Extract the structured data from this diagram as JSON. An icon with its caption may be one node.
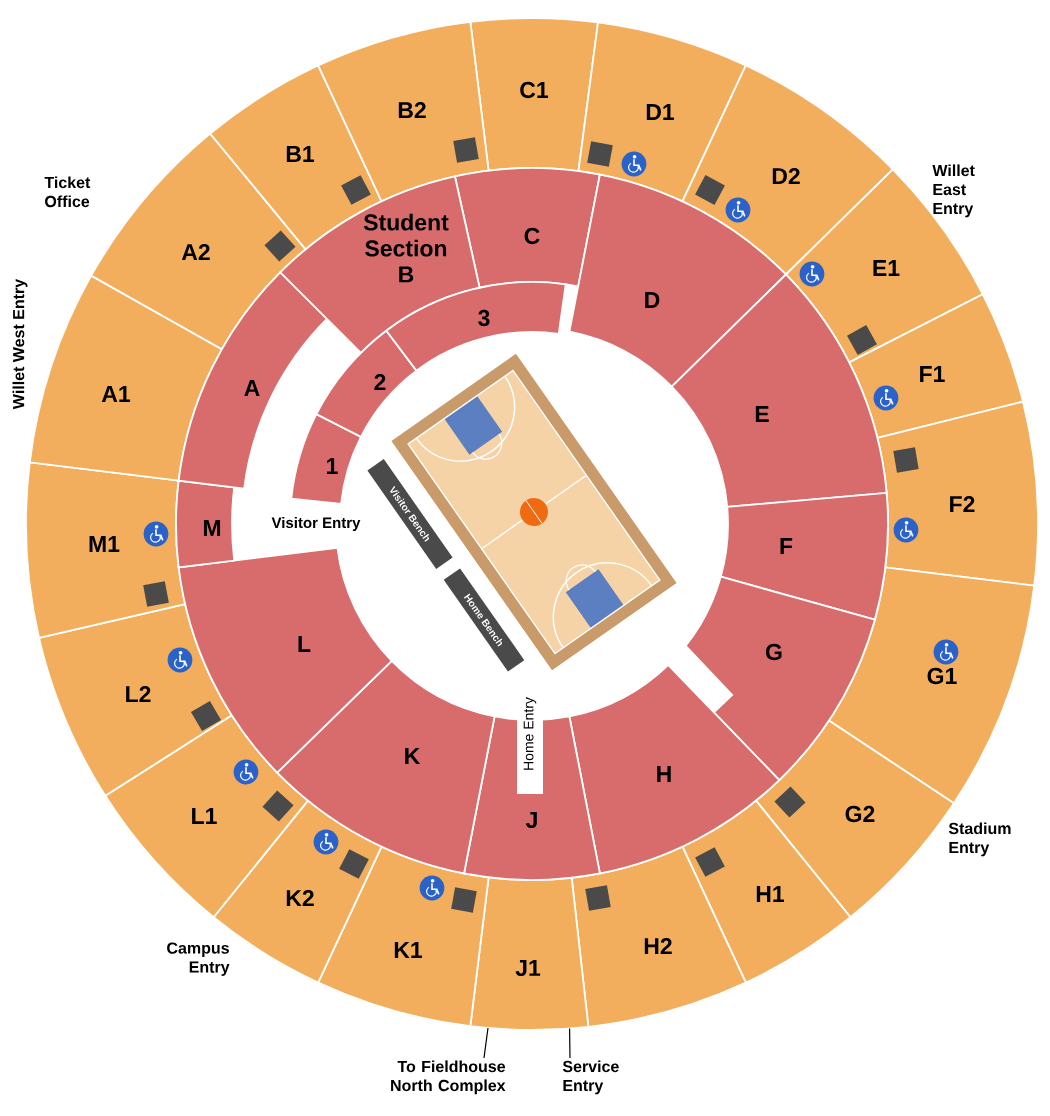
{
  "diagram": {
    "nodes": [
      {
        "text": [
          "C1"
        ]
      },
      {
        "text": [
          "D1"
        ]
      },
      {
        "text": [
          "D2"
        ]
      },
      {
        "text": [
          "E1"
        ]
      },
      {
        "text": [
          "F1"
        ]
      },
      {
        "text": [
          "F2"
        ]
      },
      {
        "text": [
          "G1"
        ]
      },
      {
        "text": [
          "G2"
        ]
      },
      {
        "text": [
          "H1"
        ]
      },
      {
        "text": [
          "H2"
        ]
      },
      {
        "text": [
          "J1"
        ]
      },
      {
        "text": [
          "K1"
        ]
      },
      {
        "text": [
          "K2"
        ]
      },
      {
        "text": [
          "L1"
        ]
      },
      {
        "text": [
          "L2"
        ]
      },
      {
        "text": [
          "M1"
        ]
      },
      {
        "text": [
          "A1"
        ]
      },
      {
        "text": [
          "A2"
        ]
      },
      {
        "text": [
          "B1"
        ]
      },
      {
        "text": [
          "B2"
        ]
      },
      {
        "text": [
          "C"
        ]
      },
      {
        "text": [
          "D"
        ]
      },
      {
        "text": [
          "E"
        ]
      },
      {
        "text": [
          "F"
        ]
      },
      {
        "text": [
          "G"
        ]
      },
      {
        "text": [
          "H"
        ]
      },
      {
        "text": [
          "J"
        ]
      },
      {
        "text": [
          "K"
        ]
      },
      {
        "text": [
          "L"
        ]
      },
      {
        "text": [
          "M"
        ]
      },
      {
        "text": [
          "A"
        ]
      },
      {
        "text": [
          "Student Section",
          "B"
        ]
      },
      {
        "text": [
          "1"
        ]
      },
      {
        "text": [
          "2"
        ]
      },
      {
        "text": [
          "3"
        ]
      },
      {
        "text": [
          "Visitor Bench"
        ]
      },
      {
        "text": [
          "Home Bench"
        ]
      },
      {
        "text": [
          "To Fieldhouse North Complex"
        ]
      },
      {
        "text": [
          "Service Entry"
        ]
      }
    ],
    "edges": [
      {
        "from": 37,
        "to": 10,
        "arrow": "none"
      },
      {
        "from": 38,
        "to": 10,
        "arrow": "none"
      }
    ],
    "labels": [
      "Ticket Office",
      "Willet West Entry",
      "Willet East Entry",
      "Visitor Entry",
      "Home Entry",
      "Stadium Entry",
      "Campus Entry"
    ]
  }
}
